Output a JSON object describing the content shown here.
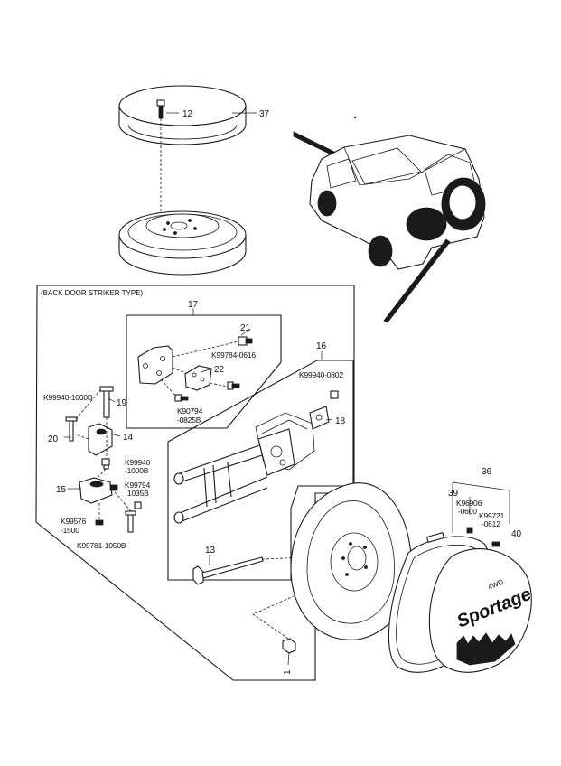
{
  "diagram": {
    "group_label": "(BACK DOOR STRIKER TYPE)",
    "callouts": {
      "p1": "1",
      "p12": "12",
      "p13": "13",
      "p14": "14",
      "p15": "15",
      "p16": "16",
      "p17": "17",
      "p18": "18",
      "p19": "19",
      "p20": "20",
      "p21": "21",
      "p22": "22",
      "p36": "36",
      "p37": "37",
      "p39": "39",
      "p40": "40"
    },
    "part_numbers": {
      "k99784_0616": "K99784-0616",
      "k90794_0825b_a": "K90794",
      "k90794_0825b_b": "-0825B",
      "k99940_0802": "K99940-0802",
      "k99940_1000b": "K99940-1000B",
      "k99940_1000b_2a": "K99940",
      "k99940_1000b_2b": "-1000B",
      "k99794_1035b_a": "K99794",
      "k99794_1035b_b": "1035B",
      "k99576_1500_a": "K99576",
      "k99576_1500_b": "-1500",
      "k99781_1050b": "K99781-1050B",
      "k96906_0600_a": "K96906",
      "k96906_0600_b": "-0600",
      "k99721_0612_a": "K99721",
      "k99721_0612_b": "-0612"
    },
    "cover_logo": "Sportage",
    "cover_badge": "4WD"
  }
}
